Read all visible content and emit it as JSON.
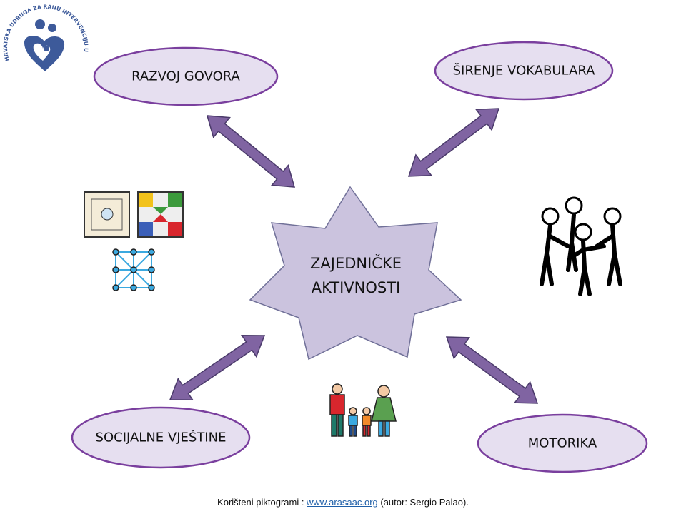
{
  "logo": {
    "text": "HRVATSKA UDRUGA ZA RANU INTERVENCIJU U DJETINJSTVU"
  },
  "center": {
    "line1": "ZAJEDNIČKE",
    "line2": "AKTIVNOSTI"
  },
  "nodes": {
    "top_left": "RAZVOJ GOVORA",
    "top_right": "ŠIRENJE VOKABULARA",
    "bottom_left": "SOCIJALNE VJEŠTINE",
    "bottom_right": "MOTORIKA"
  },
  "footer": {
    "prefix": "Korišteni piktogrami : ",
    "link": "www.arasaac.org",
    "suffix": " (autor: Sergio Palao)."
  },
  "colors": {
    "ellipse_fill": "#e6dff0",
    "ellipse_stroke": "#7a3f9e",
    "star_fill": "#cbc3de",
    "arrow": "#8064a2",
    "logo": "#3d5a9a"
  }
}
